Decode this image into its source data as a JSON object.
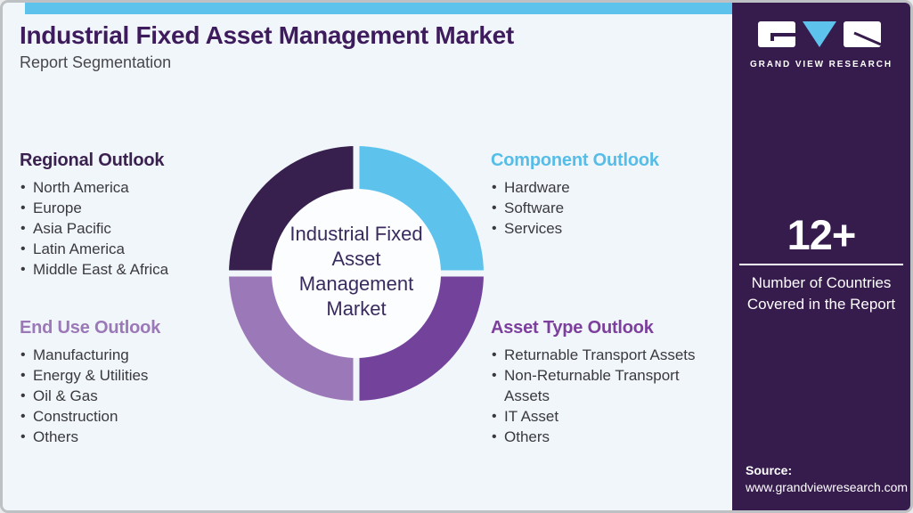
{
  "header": {
    "title": "Industrial Fixed Asset Management Market",
    "subtitle": "Report Segmentation"
  },
  "brand": {
    "logo_text": "GRAND VIEW RESEARCH"
  },
  "accent": {
    "strip_color": "#5DC3EC",
    "card_background": "#F1F6FA",
    "sidebar_background": "#361B4D"
  },
  "sections": [
    {
      "title": "Regional Outlook",
      "title_color": "#3A2150",
      "items": [
        "North America",
        "Europe",
        "Asia Pacific",
        "Latin America",
        "Middle East & Africa"
      ]
    },
    {
      "title": "Component Outlook",
      "title_color": "#56BDE8",
      "items": [
        "Hardware",
        "Software",
        "Services"
      ]
    },
    {
      "title": "End Use Outlook",
      "title_color": "#9B78B7",
      "items": [
        "Manufacturing",
        "Energy & Utilities",
        "Oil & Gas",
        "Construction",
        "Others"
      ]
    },
    {
      "title": "Asset Type Outlook",
      "title_color": "#7C3F9D",
      "items": [
        "Returnable Transport Assets",
        "Non-Returnable Transport Assets",
        "IT Asset",
        "Others"
      ]
    }
  ],
  "chart_data": {
    "type": "pie",
    "subtype": "donut",
    "title": "Industrial Fixed Asset Management Market — Report Segmentation",
    "center_label": "Industrial Fixed Asset Management Market",
    "center_label_lines": [
      "Industrial Fixed",
      "Asset",
      "Management",
      "Market"
    ],
    "legend_position": "around-chart",
    "segments": [
      {
        "name": "Component Outlook",
        "value": 25,
        "color": "#5DC3EC",
        "position": "top-right"
      },
      {
        "name": "Asset Type Outlook",
        "value": 25,
        "color": "#73439C",
        "position": "bottom-right"
      },
      {
        "name": "End Use Outlook",
        "value": 25,
        "color": "#9B78B7",
        "position": "bottom-left"
      },
      {
        "name": "Regional Outlook",
        "value": 25,
        "color": "#38204E",
        "position": "top-left"
      }
    ]
  },
  "sidebar": {
    "stat_value": "12+",
    "stat_label": "Number of Countries Covered in the Report",
    "source_label": "Source:",
    "source_url": "www.grandviewresearch.com"
  }
}
